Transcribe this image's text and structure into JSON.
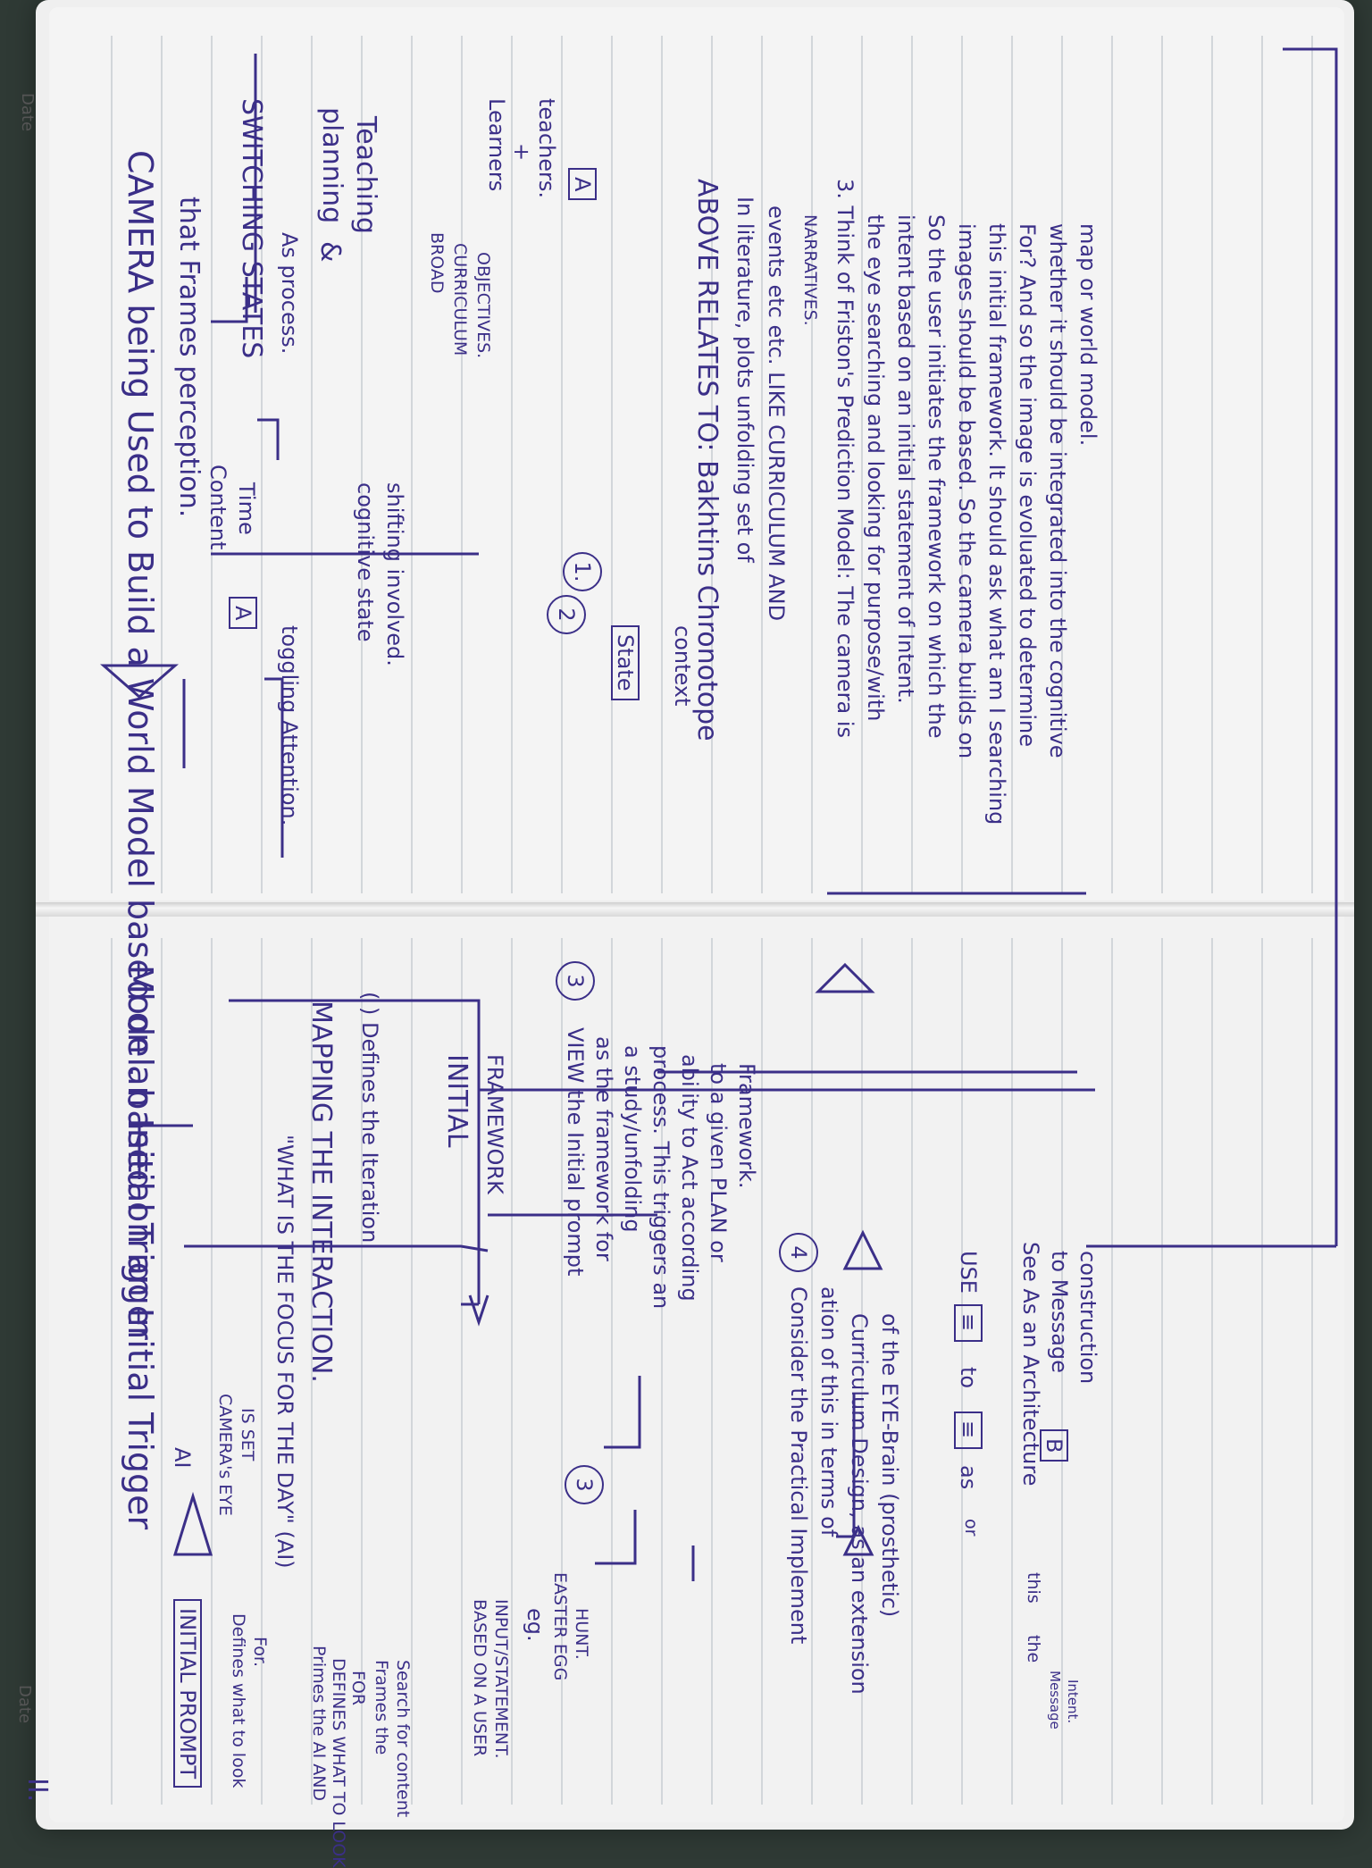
{
  "date_label": "Date",
  "date_label_right": "Date",
  "corner_mark": "II.",
  "title_line1": "CAMERA being Used to Build a World Model based on an Initial Trigger",
  "title_line2": "that Frames perception.",
  "switching_states": "SWITCHING STATES",
  "as_process": "As process.",
  "time": "Time",
  "content": "Content",
  "box_a_small": "A",
  "toggling_attention": "toggling Attention.",
  "planning": "planning",
  "and_sym": "&",
  "teaching": "Teaching",
  "cognitive_state": "cognitive state",
  "shifting_involved": "shifting involved.",
  "broad": "BROAD",
  "curriculum": "CURRICULUM",
  "objectives": "OBJECTIVES.",
  "learners": "Learners",
  "plus": "+",
  "teachers": "teachers.",
  "box_a": "A",
  "num_1": "1.",
  "num_2": "2",
  "state_box": "State",
  "context": "context",
  "above_relates": "ABOVE RELATES TO: Bakhtins Chronotope",
  "in_literature": "In literature, plots unfolding set of",
  "events_etc": "events etc etc. LIKE CURRICULUM AND",
  "narratives": "NARRATIVES.",
  "friston_1": "3. Think of Friston's Prediction Model: The camera is",
  "friston_2": "the eye searching and looking for purpose/with",
  "friston_3": "intent based on an initial statement of Intent.",
  "friston_4": "So the user initiates the framework on which the",
  "friston_5": "images should be based. So the camera builds on",
  "friston_6": "this initial framework. It should ask what am I searching",
  "friston_7": "For? And so the image is evoluated to determine",
  "friston_8": "whether it should be integrated into the cognitive",
  "friston_9": "map or world model.",
  "title_cont": "Model. based on an Initial Trigger",
  "initial_prompt": "INITIAL PROMPT",
  "ai": "AI",
  "cameras_eye": "CAMERA's EYE",
  "is_set": "IS SET",
  "defines_what": "Defines what to look",
  "for": "For.",
  "what_is_focus": "\"WHAT IS THE FOCUS FOR THE DAY\" (AI)",
  "primes_ai": "Primes the AI AND",
  "defines_look": "DEFINES WHAT TO LOOK",
  "for2": "FOR",
  "mapping": "MAPPING THE INTERACTION.",
  "frames_the": "Frames the",
  "search_for_content": "Search for content",
  "defines_iteration": "( ) Defines the Iteration",
  "initial": "INITIAL",
  "framework": "FRAMEWORK",
  "based_on_user": "BASED ON A USER",
  "input_statement": "INPUT/STATEMENT.",
  "eg": "eg.",
  "num_3": "3",
  "view_initial": "VIEW the Initial prompt",
  "as_framework": "as the framework for",
  "study_unfolding": "a study/unfolding",
  "process_triggers": "process. This triggers an",
  "ability_act": "ability to Act according",
  "to_given_plan": "to a given PLAN or",
  "framework2": "Framework.",
  "easter_egg": "EASTER EGG",
  "hunt": "HUNT.",
  "num_3b": "3",
  "num_4": "4",
  "consider_1": "Consider the Practical Implement",
  "consider_2": "ation of this in terms of",
  "consider_3": "Curriculum Design, as an extension",
  "consider_4": "of the EYE-Brain (prosthetic)",
  "use": "USE",
  "to": "to",
  "as": "as",
  "or": "or",
  "see_as": "See As an Architecture",
  "to_message": "to Message",
  "construction": "construction",
  "box_b": "B",
  "this_label": "this",
  "the_label": "the",
  "message": "Message",
  "intent": "Intent."
}
